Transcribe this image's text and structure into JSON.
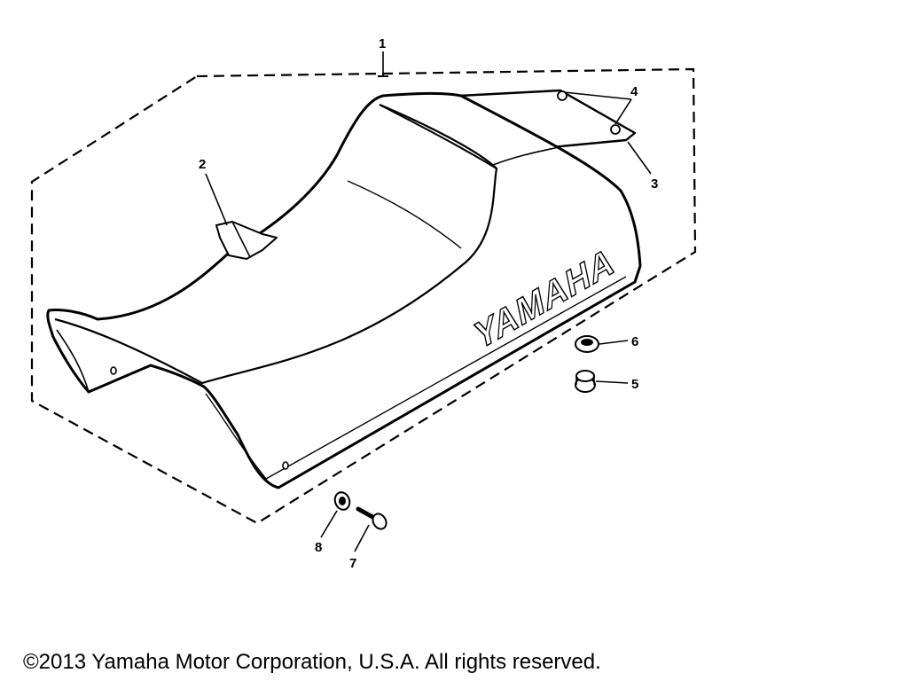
{
  "diagram": {
    "brand_text": "YAMAHA",
    "callouts": {
      "p1": "1",
      "p2": "2",
      "p3": "3",
      "p4": "4",
      "p5": "5",
      "p6": "6",
      "p7": "7",
      "p8": "8"
    }
  },
  "footer": {
    "copyright": "©2013 Yamaha Motor Corporation, U.S.A. All rights reserved."
  },
  "colors": {
    "line": "#000000",
    "background": "#ffffff"
  }
}
